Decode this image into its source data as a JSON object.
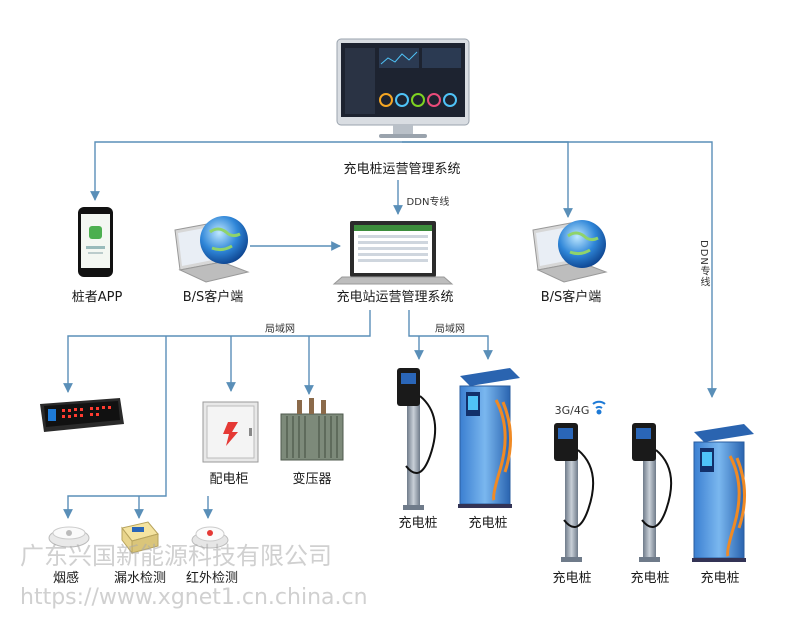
{
  "center": {
    "cloud_system": "充电桩运营管理系统",
    "station_system": "充电站运营管理系统"
  },
  "links": {
    "ddn_main": "DDN专线",
    "ddn_side": "DDN专线",
    "lan_left": "局域网",
    "lan_right": "局域网",
    "wireless": "3G/4G"
  },
  "nodes": {
    "app": "桩者APP",
    "bs_left": "B/S客户端",
    "bs_right": "B/S客户端",
    "cabinet": "配电柜",
    "transformer": "变压器",
    "smoke": "烟感",
    "leak": "漏水检测",
    "infrared": "红外检测",
    "chargers": [
      "充电桩",
      "充电桩",
      "充电桩",
      "充电桩",
      "充电桩"
    ]
  },
  "watermark": {
    "line1": "广东兴国新能源科技有限公司",
    "line2": "https://www.xgnet1.cn.china.cn"
  },
  "colors": {
    "line": "#5a8fb8",
    "accent_blue": "#1e7ad6"
  }
}
